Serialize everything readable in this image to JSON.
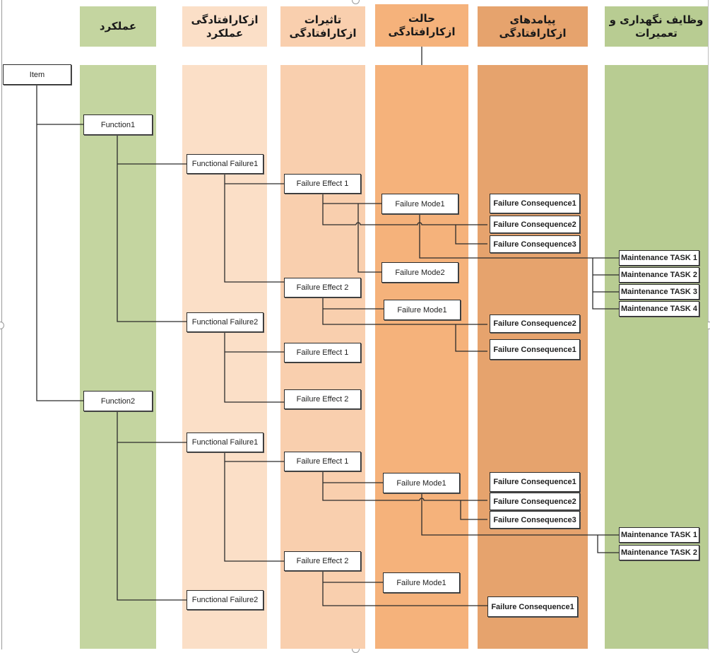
{
  "colors": {
    "function_lane": "#c4d5a0",
    "functional_failure_lane": "#fbdfc7",
    "failure_effect_lane": "#f9cfae",
    "failure_mode_lane": "#f5b27b",
    "failure_consequence_lane": "#e6a36d",
    "maintenance_lane": "#b8cc92",
    "connector": "#2b2b2b"
  },
  "headers": {
    "function": "عملکرد",
    "functional_failure": "ازکارافتادگی\nعملکرد",
    "failure_effect": "تاثیرات\nازکارافتادگی",
    "failure_mode": "حالت\nازکارافتادگی",
    "failure_consequence": "پیامدهای\nازکارافتادگی",
    "maintenance_tasks": "وظایف نگهداری و\nتعمیرات"
  },
  "nodes": {
    "item": "Item",
    "function1": "Function1",
    "function2": "Function2",
    "f1_ff1": "Functional Failure1",
    "f1_ff2": "Functional Failure2",
    "f2_ff1": "Functional Failure1",
    "f2_ff2": "Functional Failure2",
    "f1_ff1_fe1": "Failure Effect 1",
    "f1_ff1_fe2": "Failure Effect 2",
    "f1_ff2_fe1": "Failure Effect 1",
    "f1_ff2_fe2": "Failure Effect 2",
    "f2_ff1_fe1": "Failure Effect 1",
    "f2_ff1_fe2": "Failure Effect 2",
    "fm_a1": "Failure Mode1",
    "fm_a2": "Failure Mode2",
    "fm_b1": "Failure Mode1",
    "fm_c1": "Failure Mode1",
    "fm_d1": "Failure Mode1",
    "fc_a1": "Failure Consequence1",
    "fc_a2": "Failure Consequence2",
    "fc_a3": "Failure Consequence3",
    "fc_b2": "Failure Consequence2",
    "fc_b1": "Failure Consequence1",
    "fc_c1": "Failure Consequence1",
    "fc_c2": "Failure Consequence2",
    "fc_c3": "Failure Consequence3",
    "fc_d1": "Failure Consequence1",
    "mt_a1": "Maintenance TASK 1",
    "mt_a2": "Maintenance TASK 2",
    "mt_a3": "Maintenance TASK 3",
    "mt_a4": "Maintenance TASK 4",
    "mt_c1": "Maintenance TASK 1",
    "mt_c2": "Maintenance TASK 2"
  }
}
